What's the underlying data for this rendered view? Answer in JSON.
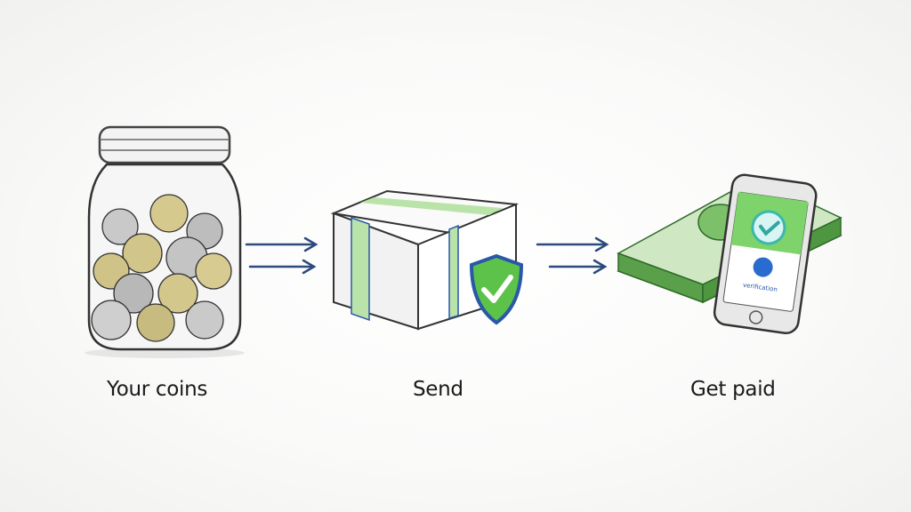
{
  "diagram": {
    "steps": [
      {
        "id": "coins",
        "label": "Your coins",
        "icon": "coin-jar-icon"
      },
      {
        "id": "send",
        "label": "Send",
        "icon": "package-shield-icon"
      },
      {
        "id": "paid",
        "label": "Get paid",
        "icon": "cash-phone-icon"
      }
    ],
    "arrows": [
      {
        "from": "coins",
        "to": "send"
      },
      {
        "from": "send",
        "to": "paid"
      }
    ],
    "phone_screen_text": "verification",
    "colors": {
      "accent_green": "#5cc24a",
      "accent_blue": "#2a58a8",
      "arrow": "#2c4a7c",
      "text": "#1a1a1a"
    }
  }
}
